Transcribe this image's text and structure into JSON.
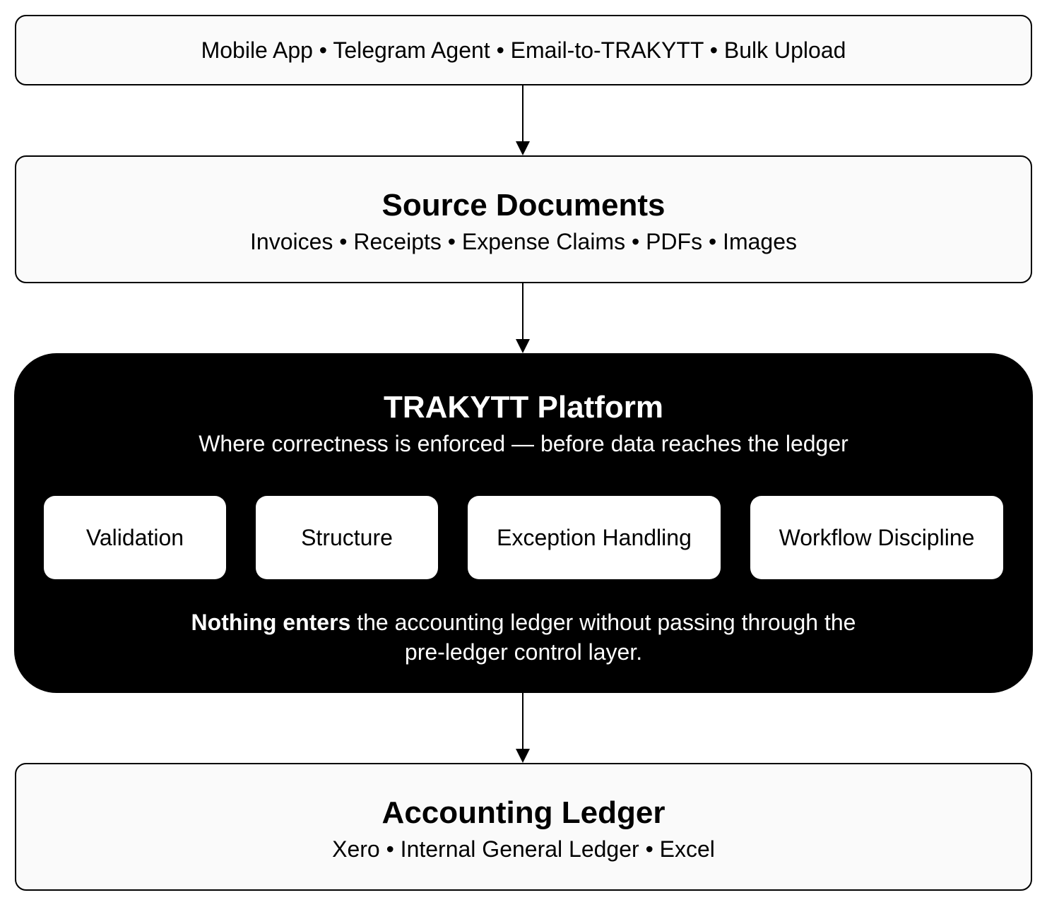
{
  "channels": "Mobile App • Telegram Agent • Email-to-TRAKYTT • Bulk Upload",
  "source": {
    "title": "Source Documents",
    "sub": "Invoices • Receipts • Expense Claims • PDFs • Images"
  },
  "platform": {
    "title": "TRAKYTT Platform",
    "sub": "Where correctness is enforced — before data reaches the ledger",
    "chips": [
      "Validation",
      "Structure",
      "Exception Handling",
      "Workflow Discipline"
    ],
    "footer_bold": "Nothing enters",
    "footer_rest": " the accounting ledger without passing through the",
    "footer_line2": "pre-ledger control layer."
  },
  "ledger": {
    "title": "Accounting Ledger",
    "sub": "Xero • Internal General Ledger • Excel"
  }
}
